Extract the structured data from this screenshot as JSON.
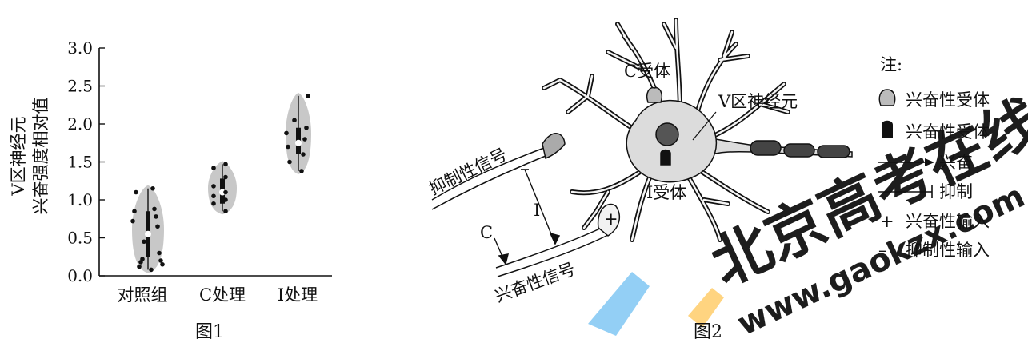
{
  "figure1": {
    "caption": "图1",
    "ylabel_line1": "V区神经元",
    "ylabel_line2": "兴奋强度相对值",
    "yticks": [
      "0.0",
      "0.5",
      "1.0",
      "1.5",
      "2.0",
      "2.5",
      "3.0"
    ],
    "categories": [
      "对照组",
      "C处理",
      "I处理"
    ]
  },
  "chart_data": {
    "type": "violin",
    "categories": [
      "对照组",
      "C处理",
      "I处理"
    ],
    "ylim": [
      0,
      3
    ],
    "yticks": [
      0,
      0.5,
      1.0,
      1.5,
      2.0,
      2.5,
      3.0
    ],
    "ylabel": "V区神经元兴奋强度相对值",
    "series": [
      {
        "category": "对照组",
        "median": 0.55,
        "iqr": [
          0.25,
          0.85
        ],
        "range": [
          0.08,
          1.15
        ],
        "points": [
          0.08,
          0.12,
          0.15,
          0.18,
          0.2,
          0.22,
          0.3,
          0.45,
          0.65,
          0.72,
          0.78,
          0.85,
          0.88,
          1.1,
          1.15
        ]
      },
      {
        "category": "C处理",
        "median": 1.1,
        "iqr": [
          0.95,
          1.28
        ],
        "range": [
          0.85,
          1.47
        ],
        "points": [
          0.85,
          0.95,
          1.0,
          1.05,
          1.1,
          1.18,
          1.3,
          1.42,
          1.47
        ]
      },
      {
        "category": "I处理",
        "median": 1.75,
        "iqr": [
          1.6,
          1.95
        ],
        "range": [
          1.38,
          2.37
        ],
        "points": [
          1.38,
          1.5,
          1.6,
          1.7,
          1.8,
          1.88,
          1.95,
          2.05,
          2.37
        ]
      }
    ]
  },
  "figure2": {
    "caption": "图2",
    "labels": {
      "c_receptor": "C受体",
      "i_receptor": "I受体",
      "v_neuron": "V区神经元",
      "inhibitory_signal": "抑制性信号",
      "excitatory_signal": "兴奋性信号",
      "i_path": "I",
      "c_path": "C",
      "plus": "+"
    },
    "legend": {
      "title": "注:",
      "items": [
        {
          "symbol": "excitatory-receptor-gray",
          "text": "兴奋性受体"
        },
        {
          "symbol": "excitatory-receptor-black",
          "text": "兴奋性受体"
        },
        {
          "symbol": "arrow",
          "text": "兴奋"
        },
        {
          "symbol": "bar-end",
          "text": "抑制"
        },
        {
          "symbol": "+",
          "text": "兴奋性输入"
        },
        {
          "symbol": "–",
          "text": "抑制性输入"
        }
      ]
    }
  },
  "watermark": {
    "text": "北京高考在线",
    "url": "www.gaokzx.com"
  },
  "colors": {
    "violin_fill": "#c8c8c8",
    "neuron_fill": "#dcdcdc",
    "nucleus": "#555555",
    "watermark_blue": "#1e88e5",
    "watermark_light": "#8ecdf5",
    "watermark_orange": "#ffcc66"
  }
}
